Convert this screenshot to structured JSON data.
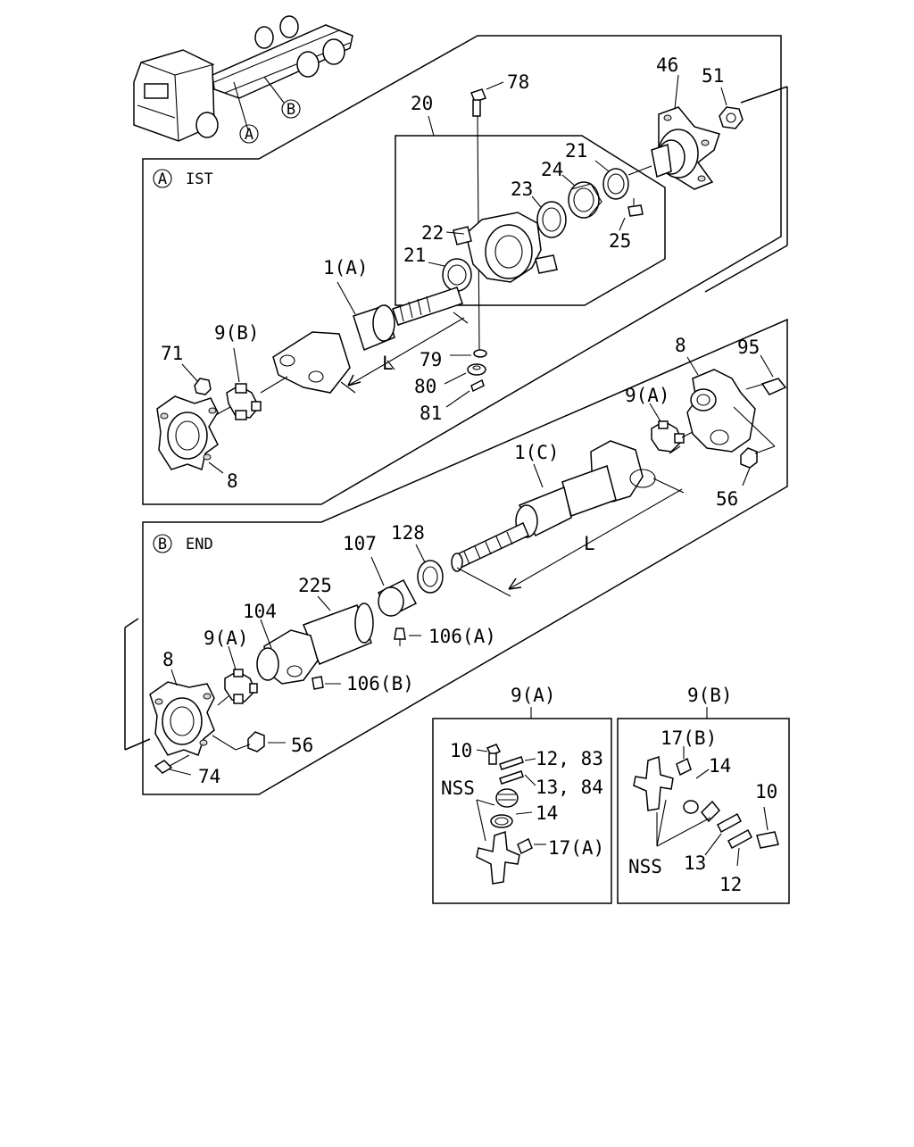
{
  "sections": {
    "ist": {
      "marker": "A",
      "title": "IST"
    },
    "end": {
      "marker": "B",
      "title": "END"
    }
  },
  "truck_callouts": [
    "A",
    "B"
  ],
  "callouts": {
    "p78": "78",
    "p20": "20",
    "p46": "46",
    "p51": "51",
    "p21a": "21",
    "p24": "24",
    "p23": "23",
    "p25": "25",
    "p22": "22",
    "p21b": "21",
    "p1a": "1(A)",
    "p9b": "9(B)",
    "p71": "71",
    "p8a": "8",
    "p79": "79",
    "p80": "80",
    "p81": "81",
    "pLa": "L",
    "p8b": "8",
    "p95": "95",
    "p9a": "9(A)",
    "p1c": "1(C)",
    "p56a": "56",
    "p107": "107",
    "p128": "128",
    "pLb": "L",
    "p225": "225",
    "p104": "104",
    "p9a2": "9(A)",
    "p106a": "106(A)",
    "p8c": "8",
    "p106b": "106(B)",
    "p56b": "56",
    "p74": "74"
  },
  "detail_a": {
    "title": "9(A)",
    "labels": {
      "p10": "10",
      "p1283": "12, 83",
      "pnss": "NSS",
      "p1384": "13, 84",
      "p14": "14",
      "p17a": "17(A)"
    }
  },
  "detail_b": {
    "title": "9(B)",
    "labels": {
      "p17b": "17(B)",
      "p14": "14",
      "p10": "10",
      "pnss": "NSS",
      "p13": "13",
      "p12": "12"
    }
  }
}
